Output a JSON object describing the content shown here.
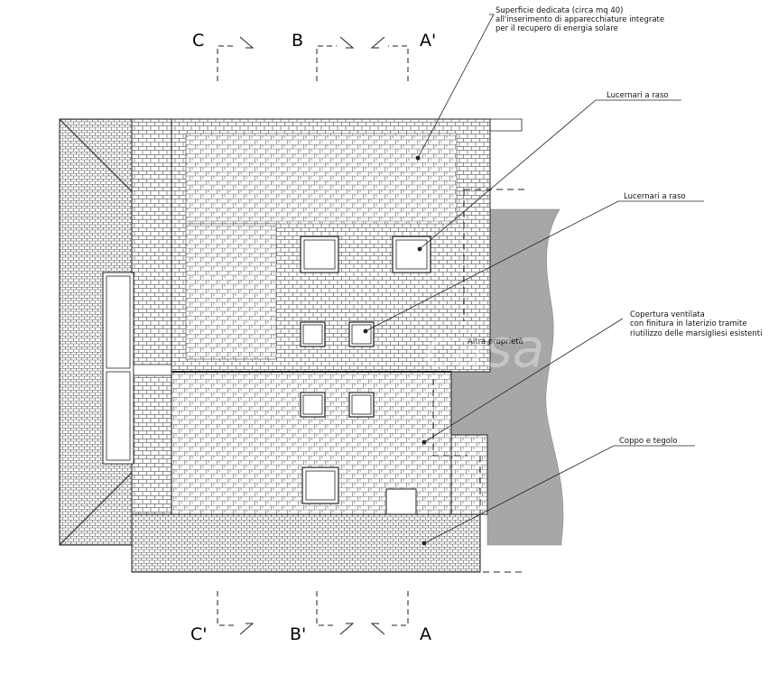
{
  "sections": {
    "top_c": "C",
    "top_b": "B",
    "top_a": "A'",
    "bottom_c": "C'",
    "bottom_b": "B'",
    "bottom_a": "A"
  },
  "annotations": {
    "surface_line1": "Superficie dedicata (circa mq 40)",
    "surface_line2": "all'inserimento di apparecchiature integrate",
    "surface_line3": "per il recupero di energia solare",
    "skylights_1": "Lucernari a raso",
    "skylights_2": "Lucernari a raso",
    "ventilated_line1": "Copertura ventilata",
    "ventilated_line2": "con finitura in laterizio tramite",
    "ventilated_line3": "riutilizzo delle marsigliesi esistenti",
    "coppo": "Coppo e tegolo",
    "other_property": "Altra proprietà"
  },
  "watermark": "casa",
  "colors": {
    "line": "#222222",
    "tile": "#555555",
    "other_property_fill": "#a9a9a9"
  }
}
